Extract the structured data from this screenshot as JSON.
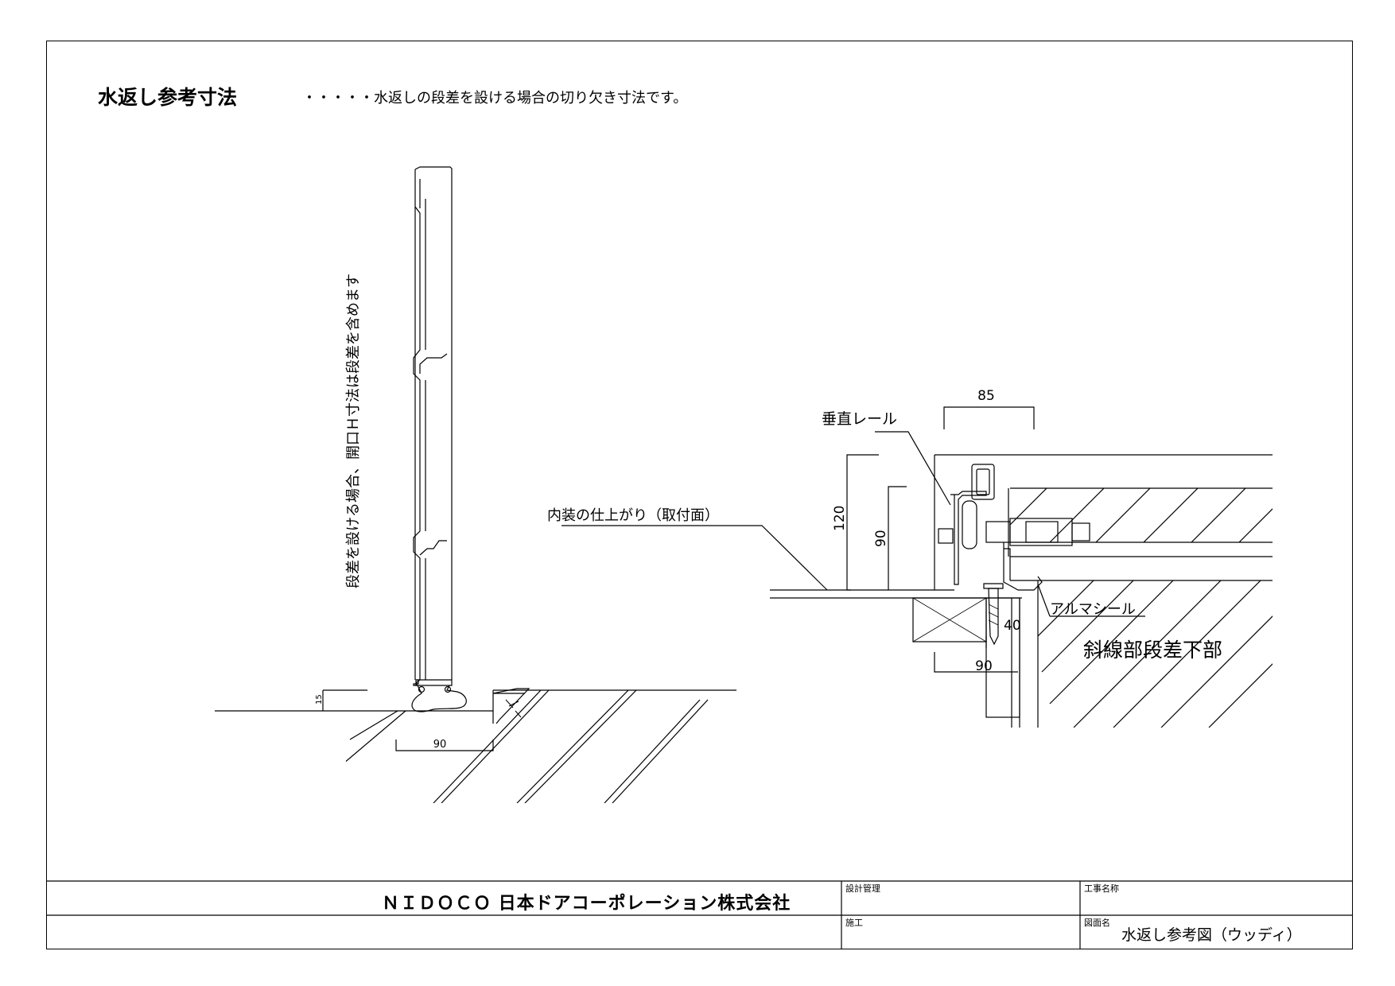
{
  "header": {
    "title": "水返し参考寸法",
    "subtitle": "・・・・・水返しの段差を設ける場合の切り欠き寸法です。"
  },
  "left_detail": {
    "vertical_note": "段差を設ける場合、開口Ｈ寸法は段差を含めます",
    "dim_15": "15",
    "dim_90": "90"
  },
  "right_detail": {
    "label_rail": "垂直レール",
    "label_finish": "内装の仕上がり（取付面）",
    "label_seal": "アルマシール",
    "label_hatch": "斜線部段差下部",
    "dim_top": "85",
    "dim_120": "120",
    "dim_90_vertical": "90",
    "dim_40": "40",
    "dim_90_bottom": "90"
  },
  "title_block": {
    "company": "ＮＩＤＯＣＯ 日本ドアコーポレーション株式会社",
    "design_label": "設計管理",
    "construction_label": "施工",
    "project_label": "工事名称",
    "drawing_label": "図面名",
    "drawing_name": "水返し参考図（ウッディ）"
  }
}
